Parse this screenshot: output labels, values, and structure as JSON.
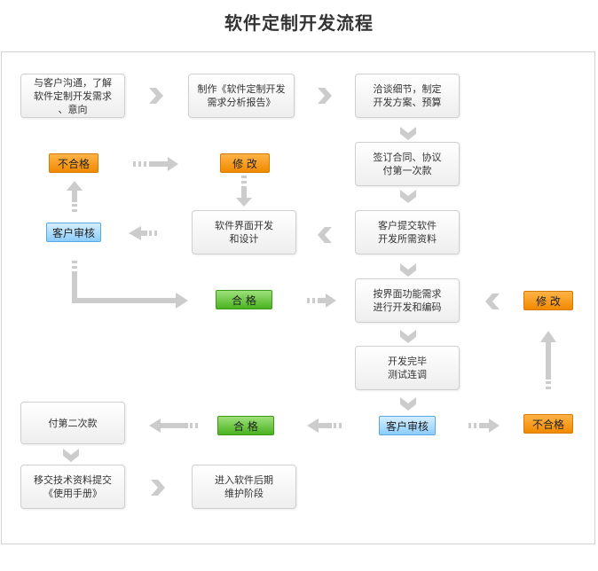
{
  "title": "软件定制开发流程",
  "boxes": {
    "communicate": [
      "与客户沟通，了解",
      "软件定制开发需求",
      "、意向"
    ],
    "analysis_report": [
      "制作《软件定制开发",
      "需求分析报告》"
    ],
    "negotiate": [
      "洽谈细节，制定",
      "开发方案、预算"
    ],
    "contract": [
      "签订合同、协议",
      "付第一次款"
    ],
    "submit_materials": [
      "客户提交软件",
      "开发所需资料"
    ],
    "ui_design": [
      "软件界面开发",
      "和设计"
    ],
    "develop_code": [
      "按界面功能需求",
      "进行开发和编码"
    ],
    "test_debug": [
      "开发完毕",
      "测试连调"
    ],
    "second_payment": [
      "付第二次款"
    ],
    "handover": [
      "移交技术资料提交",
      "《使用手册》"
    ],
    "maintenance": [
      "进入软件后期",
      "维护阶段"
    ]
  },
  "tags": {
    "fail_1": "不合格",
    "modify_1": "修  改",
    "review_1": "客户审核",
    "pass_1": "合  格",
    "modify_2": "修  改",
    "review_2": "客户审核",
    "fail_2": "不合格",
    "pass_2": "合  格"
  },
  "colors": {
    "orange": "#f59a1b",
    "blue": "#8ccdfb",
    "green": "#49b21f",
    "arrow": "#cccccc"
  }
}
